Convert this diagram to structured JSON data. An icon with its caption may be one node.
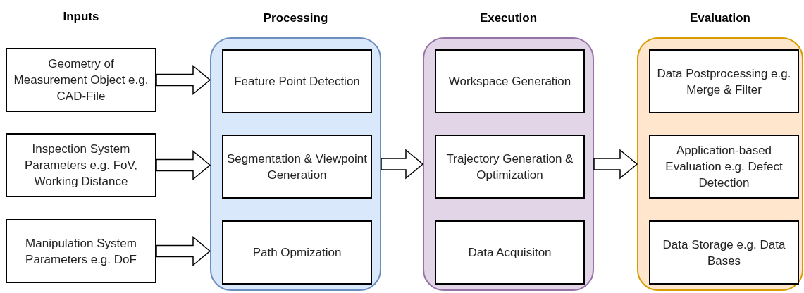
{
  "diagram": {
    "nodes": [
      {
        "text": [
          "Geometry of Measurement Object e.g. CAD-File"
        ]
      },
      {
        "text": [
          "Inspection System Parameters e.g. FoV, Working Distance"
        ]
      },
      {
        "text": [
          "Manipulation System Parameters e.g. DoF"
        ]
      },
      {
        "text": [
          "Processing"
        ]
      },
      {
        "text": [
          "Feature Point Detection"
        ],
        "in": 3
      },
      {
        "text": [
          "Segmentation & Viewpoint Generation"
        ],
        "in": 3
      },
      {
        "text": [
          "Path Opmization"
        ],
        "in": 3
      },
      {
        "text": [
          "Execution"
        ]
      },
      {
        "text": [
          "Workspace Generation"
        ],
        "in": 7
      },
      {
        "text": [
          "Trajectory Generation & Optimization"
        ],
        "in": 7
      },
      {
        "text": [
          "Data Acquisiton"
        ],
        "in": 7
      },
      {
        "text": [
          "Evaluation"
        ]
      },
      {
        "text": [
          "Data Postprocessing e.g. Merge & Filter"
        ],
        "in": 11
      },
      {
        "text": [
          "Application-based Evaluation e.g. Defect Detection"
        ],
        "in": 11
      },
      {
        "text": [
          "Data Storage e.g. Data Bases"
        ],
        "in": 11
      }
    ],
    "edges": [
      {
        "from": 0,
        "to": 3,
        "arrow": "to",
        "style": "thick"
      },
      {
        "from": 1,
        "to": 3,
        "arrow": "to",
        "style": "thick"
      },
      {
        "from": 2,
        "to": 3,
        "arrow": "to",
        "style": "thick"
      },
      {
        "from": 3,
        "to": 7,
        "arrow": "to",
        "style": "thick"
      },
      {
        "from": 7,
        "to": 11,
        "arrow": "to",
        "style": "thick"
      }
    ],
    "labels": [
      "Inputs"
    ]
  }
}
